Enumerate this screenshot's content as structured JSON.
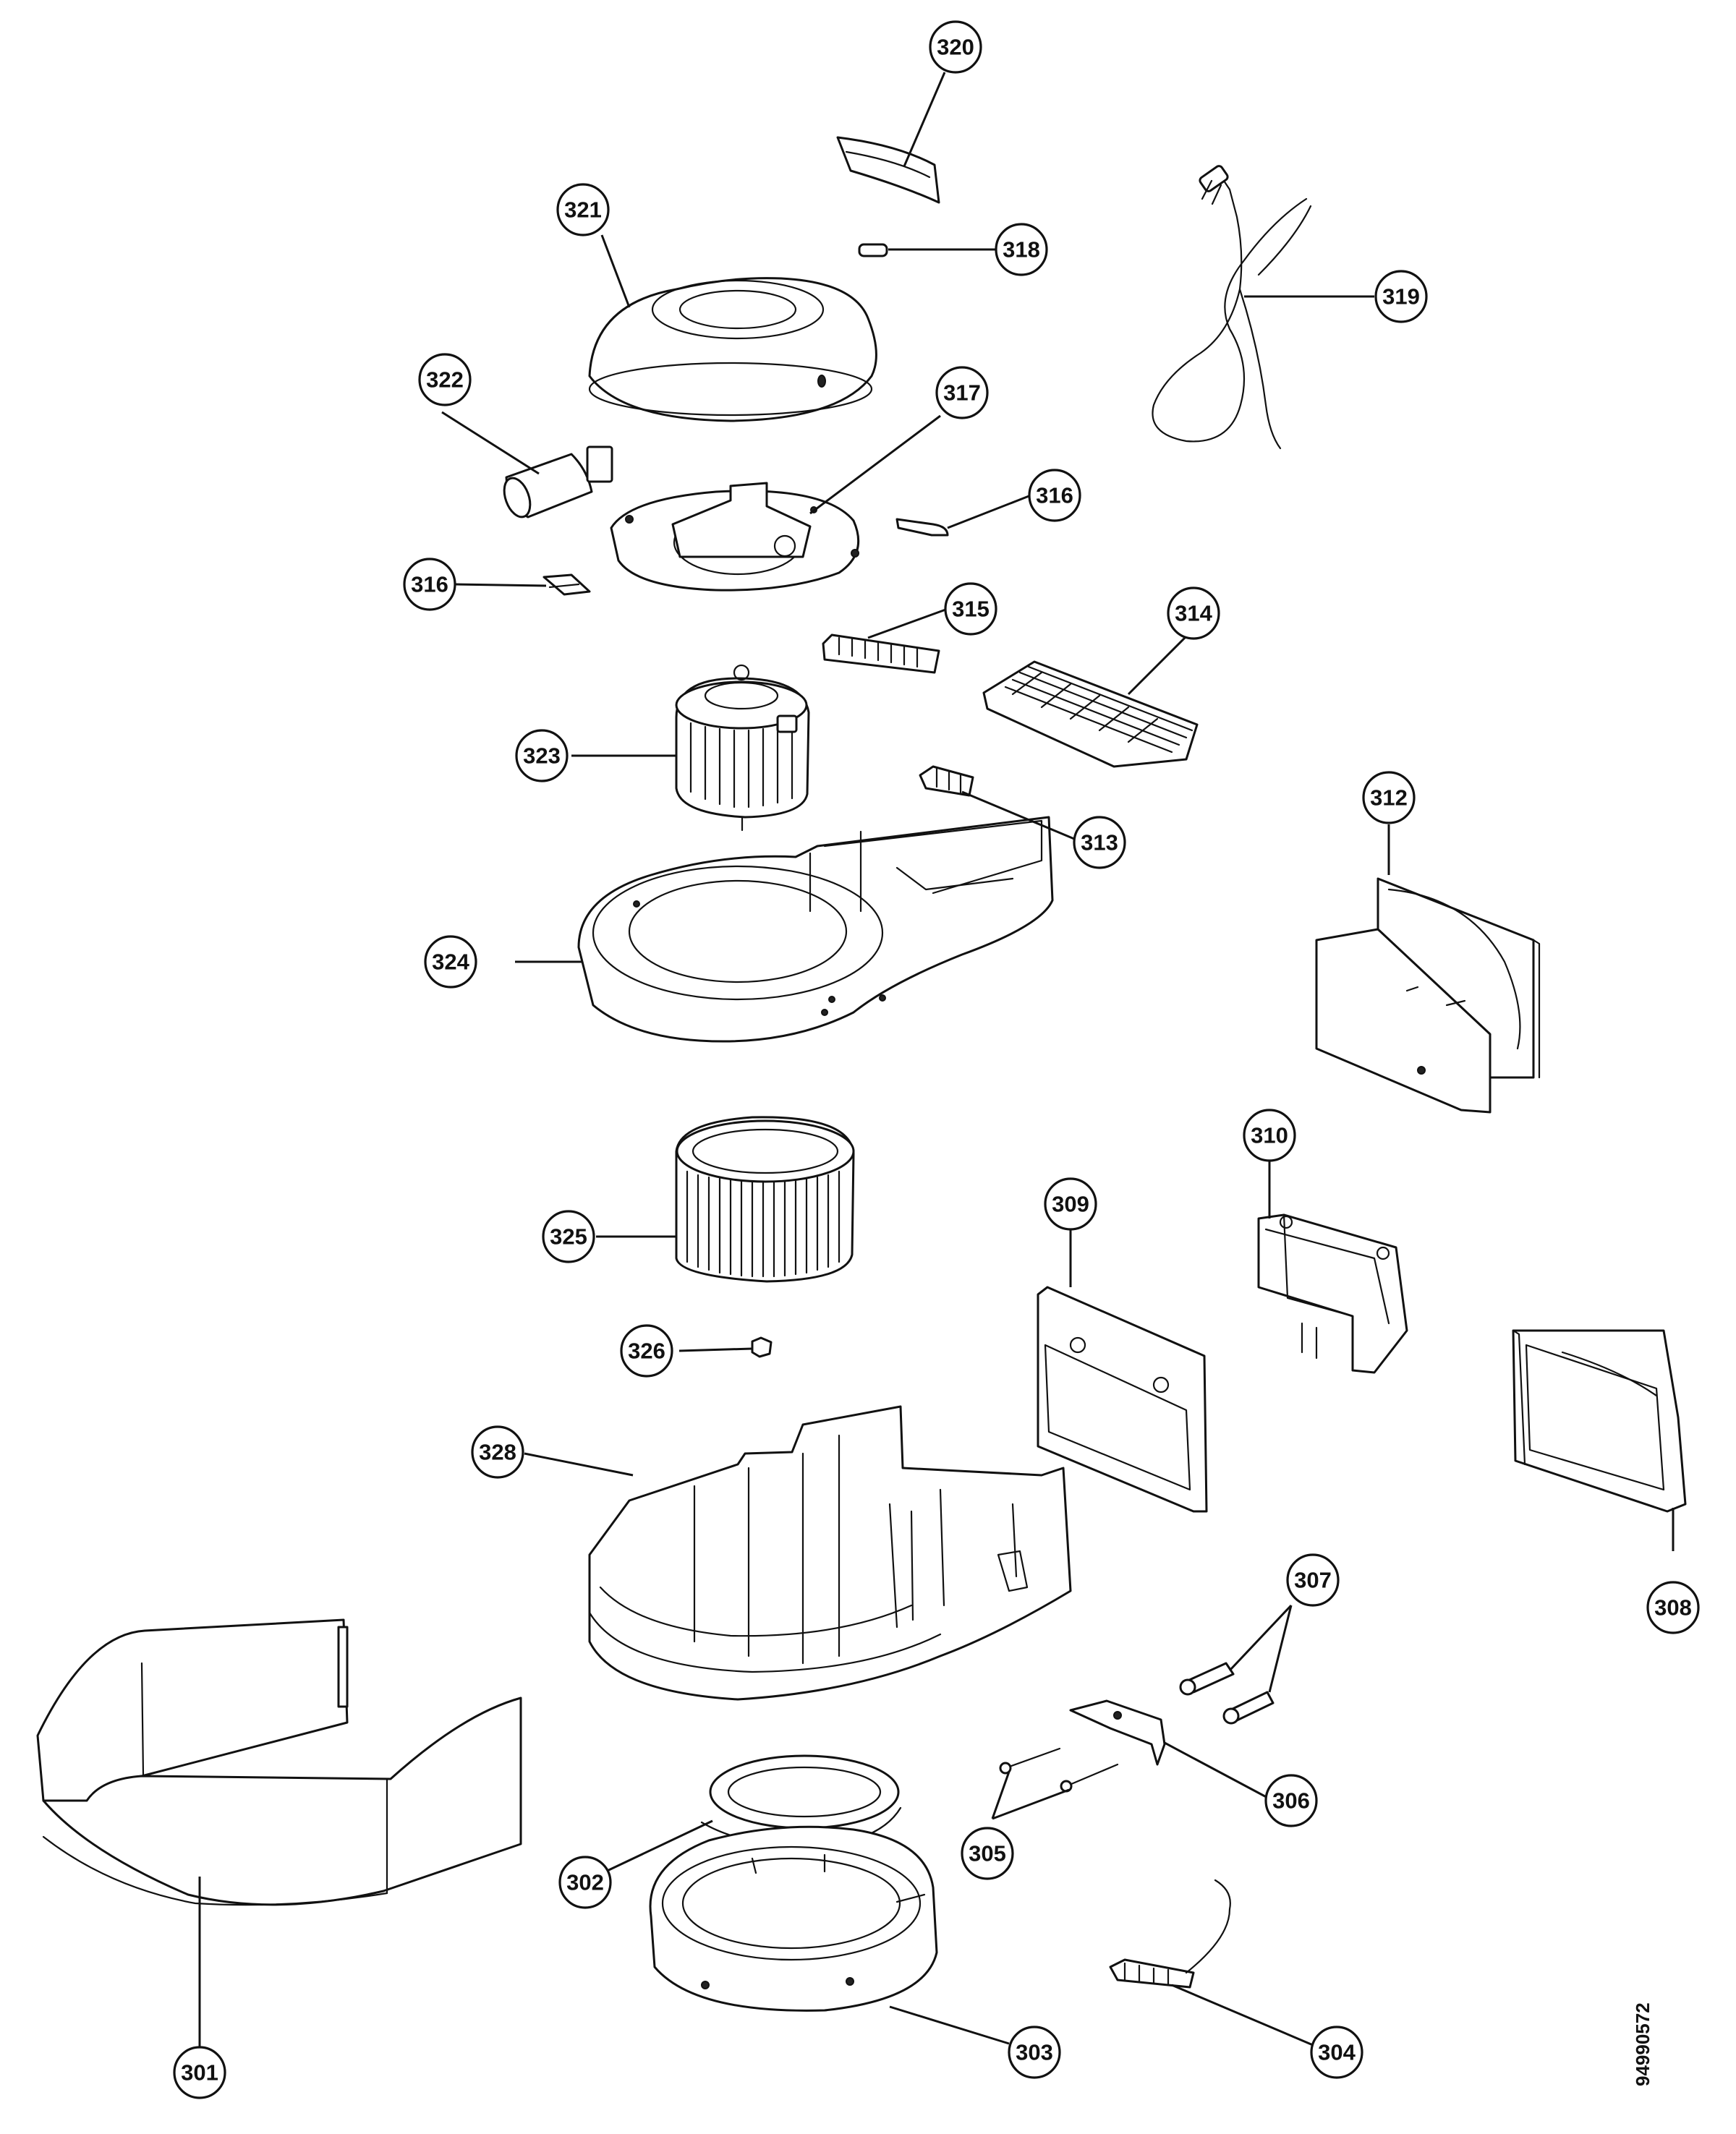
{
  "callouts": {
    "c320": "320",
    "c321": "321",
    "c318": "318",
    "c319": "319",
    "c322": "322",
    "c317": "317",
    "c316a": "316",
    "c316b": "316",
    "c315": "315",
    "c314": "314",
    "c323": "323",
    "c313": "313",
    "c312": "312",
    "c324": "324",
    "c310": "310",
    "c309": "309",
    "c325": "325",
    "c326": "326",
    "c328": "328",
    "c308": "308",
    "c307": "307",
    "c306": "306",
    "c305": "305",
    "c302": "302",
    "c301": "301",
    "c303": "303",
    "c304": "304"
  },
  "document_number": "94990572",
  "colors": {
    "line": "#111111",
    "background": "#ffffff"
  }
}
